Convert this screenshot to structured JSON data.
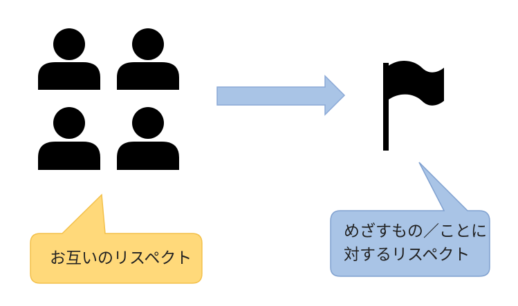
{
  "diagram": {
    "left_callout": {
      "text": "お互いのリスペクト",
      "fill": "#FFD97A",
      "stroke": "#F3C04A"
    },
    "right_callout": {
      "line1": "めざすもの／ことに",
      "line2": "対するリスペクト",
      "fill": "#A9C4E6",
      "stroke": "#7FA0CF"
    },
    "arrow": {
      "fill": "#A9C4E6",
      "stroke": "#8AA8D6"
    },
    "icons": {
      "people": "person-icon",
      "flag": "flag-icon",
      "color": "#000000"
    }
  }
}
